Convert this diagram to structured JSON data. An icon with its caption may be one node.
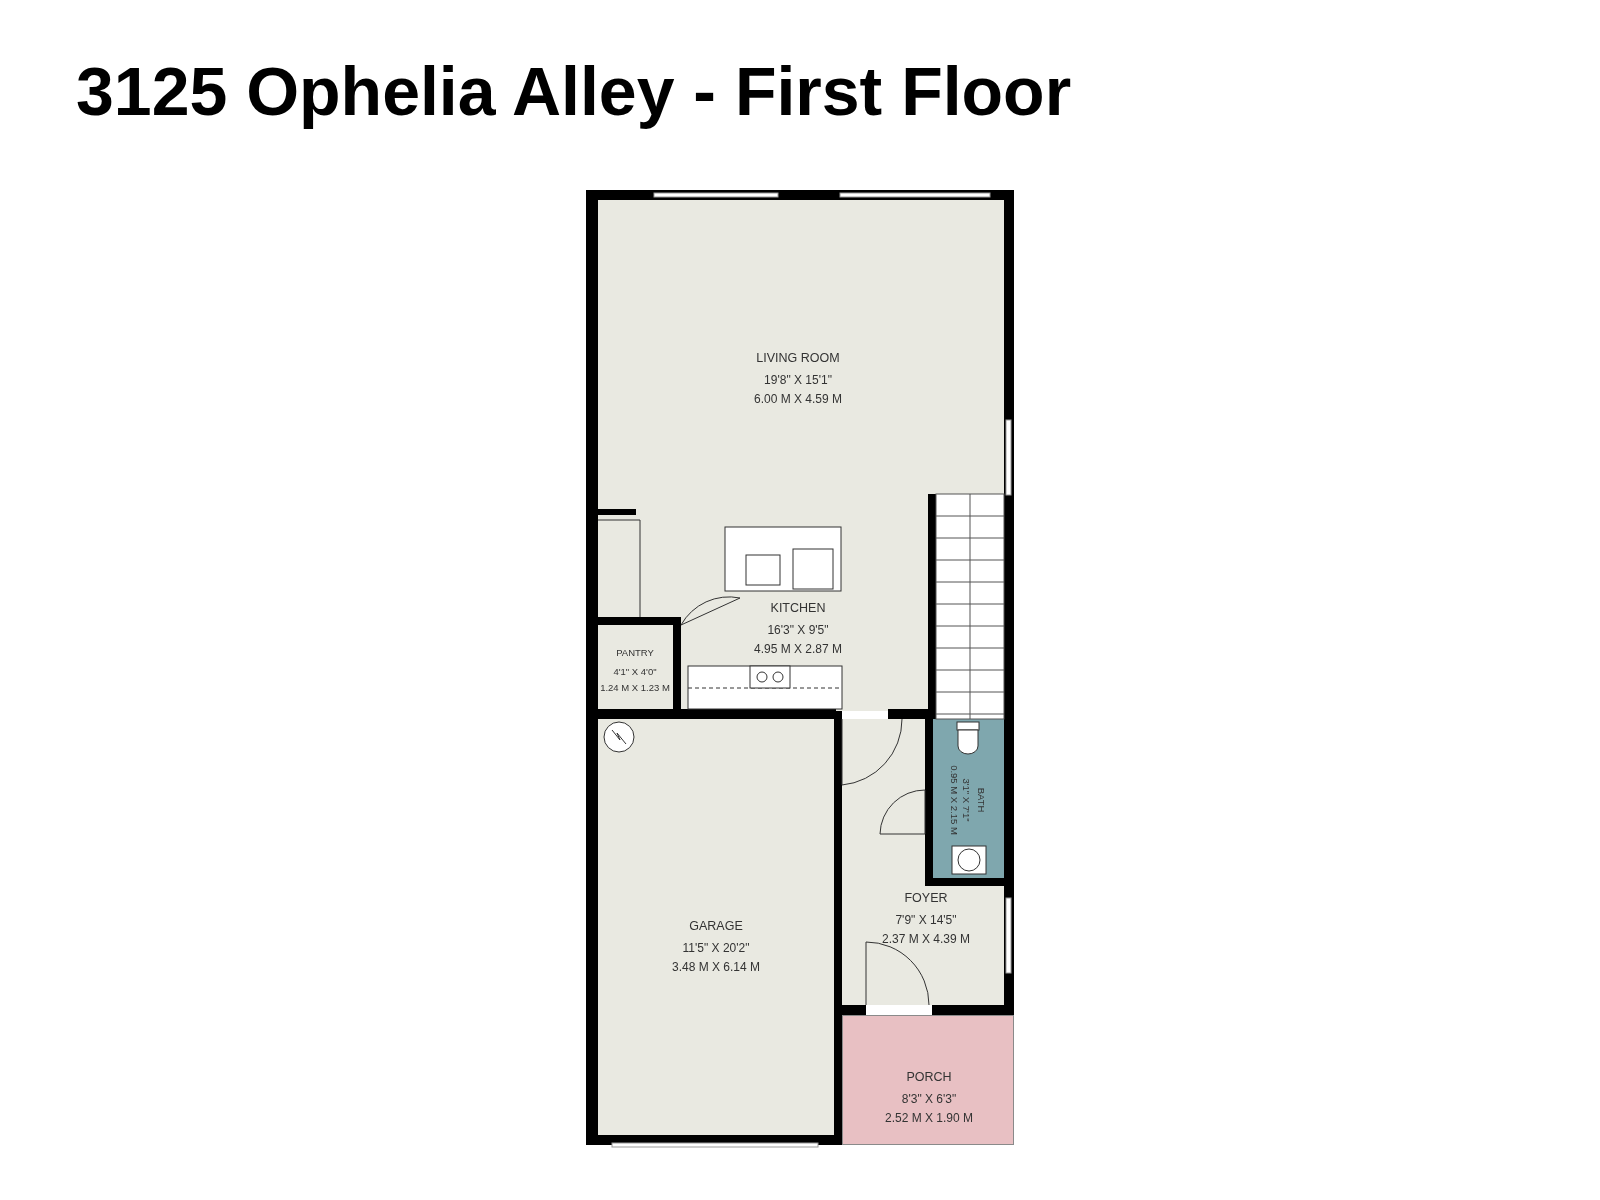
{
  "diagram": {
    "title": "3125 Ophelia Alley - First Floor",
    "nodes": [
      {
        "text": [
          "LIVING ROOM",
          "19'8\" X 15'1\"",
          "6.00 M X 4.59 M"
        ]
      },
      {
        "text": [
          "KITCHEN",
          "16'3\" X 9'5\"",
          "4.95 M X 2.87 M"
        ]
      },
      {
        "text": [
          "PANTRY",
          "4'1\" X 4'0\"",
          "1.24 M X 1.23 M"
        ]
      },
      {
        "text": [
          "BATH",
          "3'1\" X 7'1\"",
          "0.95 M X 2.15 M"
        ]
      },
      {
        "text": [
          "FOYER",
          "7'9\" X 14'5\"",
          "2.37 M X 4.39 M"
        ]
      },
      {
        "text": [
          "GARAGE",
          "11'5\" X 20'2\"",
          "3.48 M X 6.14 M"
        ]
      },
      {
        "text": [
          "PORCH",
          "8'3\" X 6'3\"",
          "2.52 M X 1.90 M"
        ]
      }
    ]
  }
}
